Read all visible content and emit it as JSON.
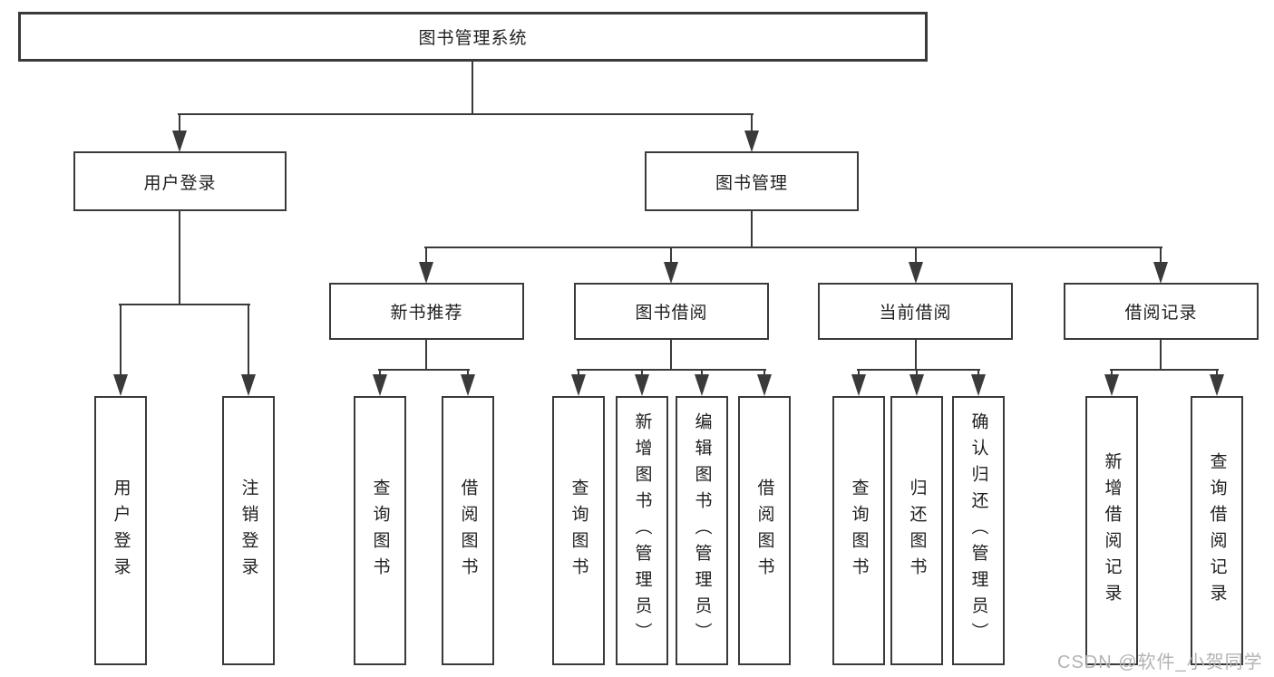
{
  "colors": {
    "line": "#3a3a3a",
    "text": "#1f1f1f",
    "box_bg": "#ffffff",
    "watermark": "#b3b3b3"
  },
  "nodes": {
    "root": "图书管理系统",
    "user_login": "用户登录",
    "book_mgmt": "图书管理",
    "new_book": "新书推荐",
    "book_borrow": "图书借阅",
    "current_borrow": "当前借阅",
    "borrow_records": "借阅记录"
  },
  "leaves": {
    "user_login": [
      "用户登录",
      "注销登录"
    ],
    "new_book": [
      "查询图书",
      "借阅图书"
    ],
    "book_borrow": [
      "查询图书",
      "新增图书（管理员）",
      "编辑图书（管理员）",
      "借阅图书"
    ],
    "current_borrow": [
      "查询图书",
      "归还图书",
      "确认归还（管理员）"
    ],
    "borrow_records": [
      "新增借阅记录",
      "查询借阅记录"
    ]
  },
  "watermark": "CSDN @软件_小贺同学"
}
